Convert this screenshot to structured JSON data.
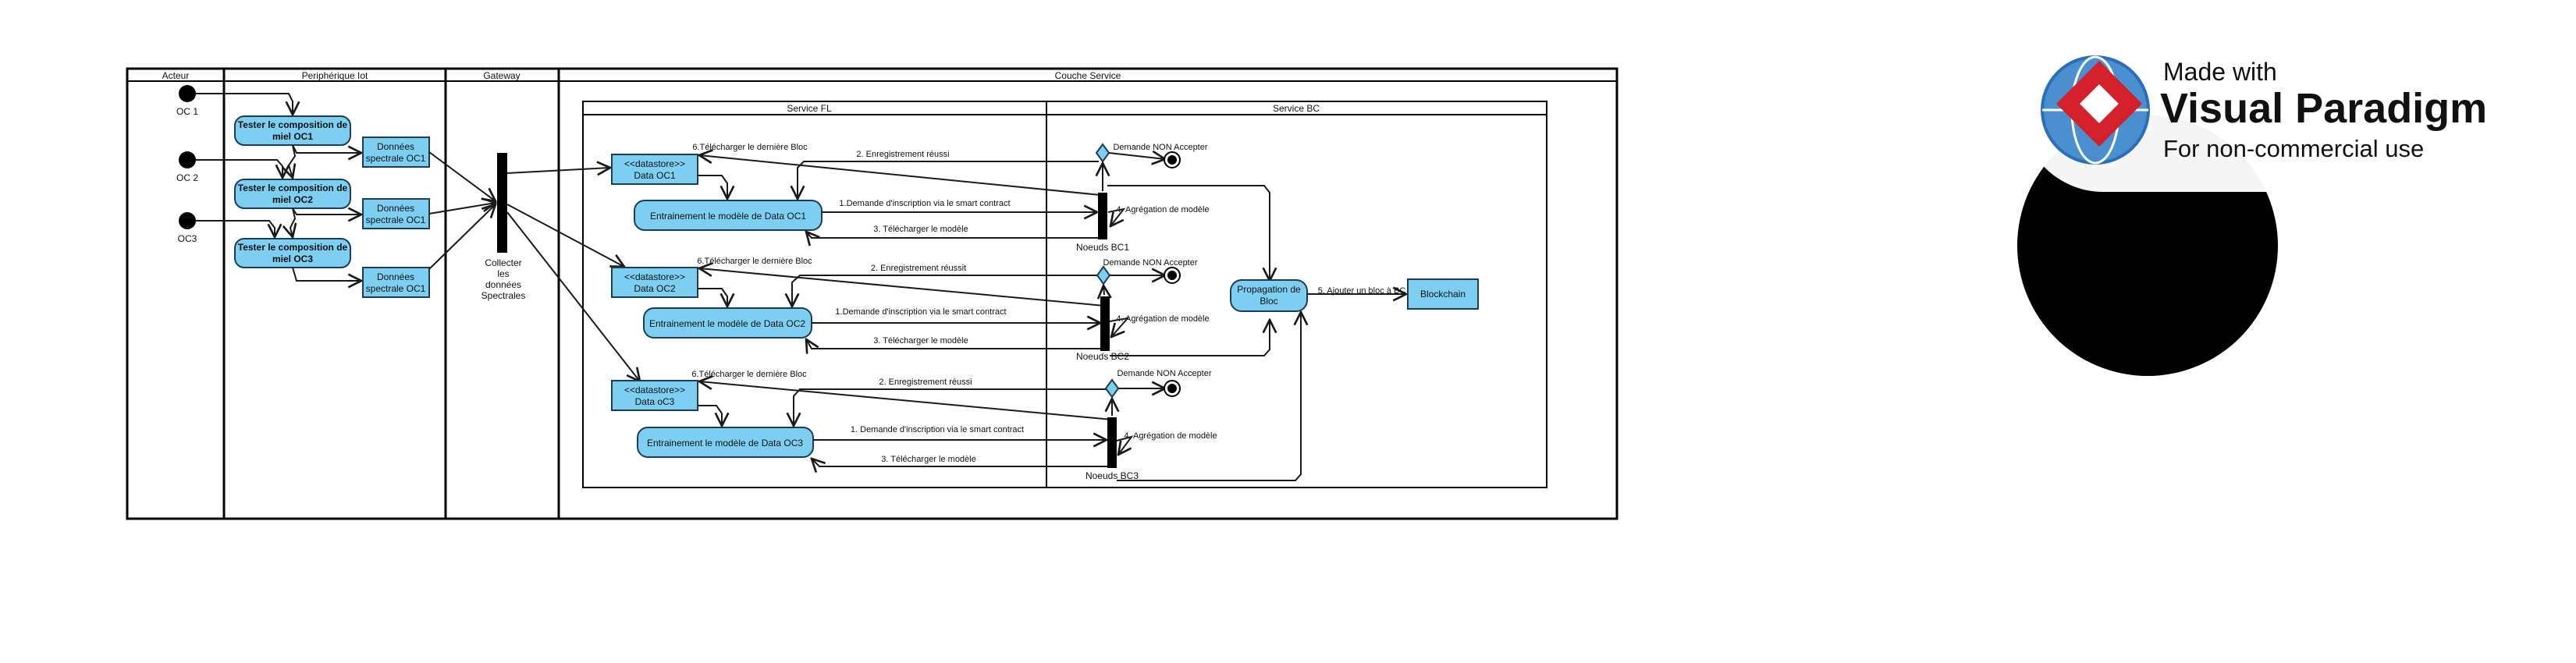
{
  "swimlanes": {
    "acteur": "Acteur",
    "peripherique": "Periphérique Iot",
    "gateway": "Gateway",
    "couche_service": "Couche Service",
    "service_fl": "Service FL",
    "service_bc": "Service BC"
  },
  "actors": [
    "OC 1",
    "OC 2",
    "OC3"
  ],
  "peripheral": {
    "tests": [
      [
        "Tester le composition de",
        "miel OC1"
      ],
      [
        "Tester le composition de",
        "miel OC2"
      ],
      [
        "Tester le composition de",
        "miel OC3"
      ]
    ],
    "data": [
      [
        "Données",
        "spectrale OC1"
      ],
      [
        "Données",
        "spectrale OC1"
      ],
      [
        "Données",
        "spectrale OC1"
      ]
    ]
  },
  "gateway": {
    "collect": [
      "Collecter",
      "les",
      "données",
      "Spectrales"
    ]
  },
  "service_fl": {
    "datastores": [
      [
        "<<datastore>>",
        "Data OC1"
      ],
      [
        "<<datastore>>",
        "Data OC2"
      ],
      [
        "<<datastore>>",
        "Data oC3"
      ]
    ],
    "trainings": [
      "Entrainement le modèle de Data OC1",
      "Entrainement le modèle de Data OC2",
      "Entrainement le modèle de Data OC3"
    ],
    "download_block": [
      "6.Télécharger le dernière Bloc",
      "6.Télécharger le dernière Bloc",
      "6.Télécharger le dernière Bloc"
    ]
  },
  "flows": {
    "registered": [
      "2. Enregistrement réussi",
      "2. Enregistrement réussit",
      "2. Enregistrement réussi"
    ],
    "request": [
      "1.Demande d'inscription via le smart contract",
      "1.Demande d'inscription via le smart contract",
      "1. Demande d'inscription via le smart contract"
    ],
    "download_model": [
      "3. Télécharger le modèle",
      "3. Télécharger le modèle",
      "3. Télécharger le modèle"
    ],
    "aggregation": [
      "4. Agrégation de modèle",
      "4. Agrégation de modèle",
      "4. Agrégation de modèle"
    ],
    "not_accepted": [
      "Demande NON Accepter",
      "Demande NON Accepter",
      "Demande NON Accepter"
    ],
    "add_block": "5. Ajouter un bloc à BC"
  },
  "service_bc": {
    "nodes": [
      "Noeuds BC1",
      "Noeuds BC2",
      "Noeuds BC3"
    ],
    "propagation": [
      "Propagation de",
      "Bloc"
    ],
    "blockchain": "Blockchain"
  },
  "watermark": {
    "line1": "Made with",
    "line2": "Visual Paradigm",
    "line3": "For non-commercial use"
  },
  "colors": {
    "activity_fill": "#7ccff0",
    "activity_stroke": "#1f3d52",
    "brand_red": "#d4202b",
    "brand_blue": "#2b6fb8"
  }
}
